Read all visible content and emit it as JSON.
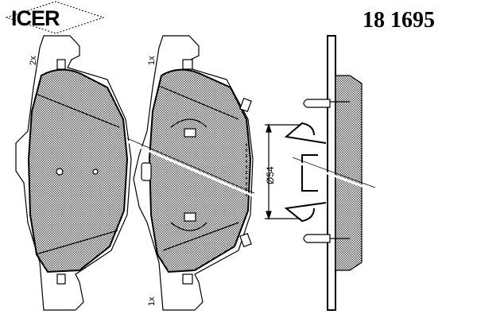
{
  "brand": "ICER",
  "part_number": "18 1695",
  "quantities": {
    "left_pad": "2x",
    "middle_pad_top": "1x",
    "middle_pad_bottom": "1x"
  },
  "dimension_label": "Ø54",
  "colors": {
    "line": "#000000",
    "background": "#ffffff"
  }
}
